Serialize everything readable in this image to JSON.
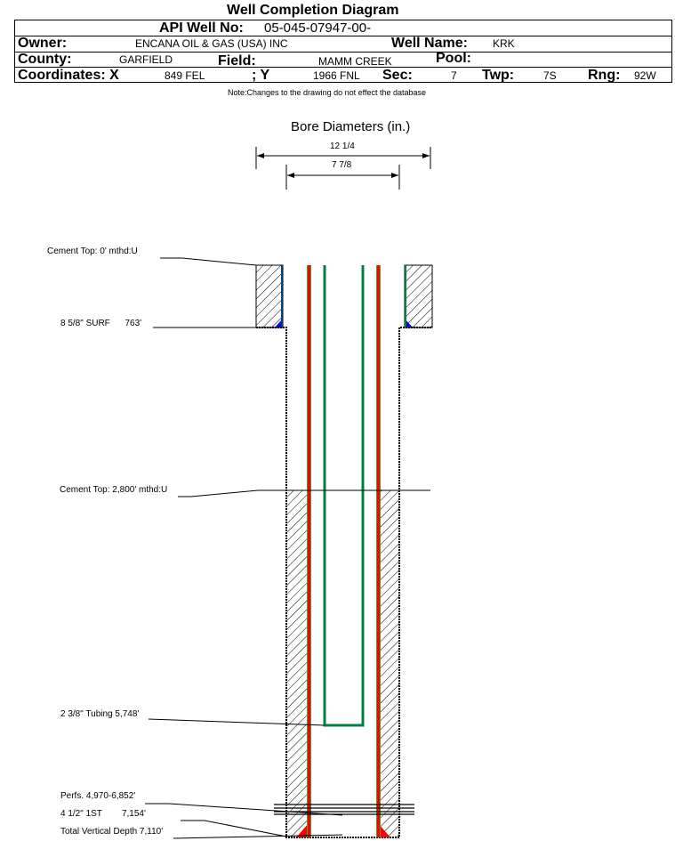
{
  "title": "Well Completion Diagram",
  "header": {
    "api_label": "API Well No:",
    "api_value": "05-045-07947-00-",
    "owner_label": "Owner:",
    "owner_value": "ENCANA OIL & GAS (USA) INC",
    "well_name_label": "Well Name:",
    "well_name_value": "KRK",
    "county_label": "County:",
    "county_value": "GARFIELD",
    "field_label": "Field:",
    "field_value": "MAMM CREEK",
    "pool_label": "Pool:",
    "coord_x_label": "Coordinates: X",
    "coord_x_value": "849 FEL",
    "coord_y_label": "; Y",
    "coord_y_value": "1966 FNL",
    "sec_label": "Sec:",
    "sec_value": "7",
    "twp_label": "Twp:",
    "twp_value": "7S",
    "rng_label": "Rng:",
    "rng_value": "92W"
  },
  "note": "Note:Changes to the drawing do not effect the database",
  "bore": {
    "title": "Bore Diameters (in.)",
    "outer": "12 1/4",
    "inner": "7 7/8"
  },
  "labels": {
    "cement_top_1": "Cement Top: 0' mthd:U",
    "surface_casing": "8 5/8\" SURF      763'",
    "cement_top_2": "Cement Top: 2,800' mthd:U",
    "tubing": "2 3/8\" Tubing 5,748'",
    "perfs": "Perfs. 4,970-6,852'",
    "production_casing": "4 1/2\" 1ST        7,154'",
    "tvd": "Total Vertical Depth 7,110'"
  },
  "colors": {
    "casing": "#ff0000",
    "tubing": "#008040",
    "cement_shoe": "#0000ff"
  }
}
